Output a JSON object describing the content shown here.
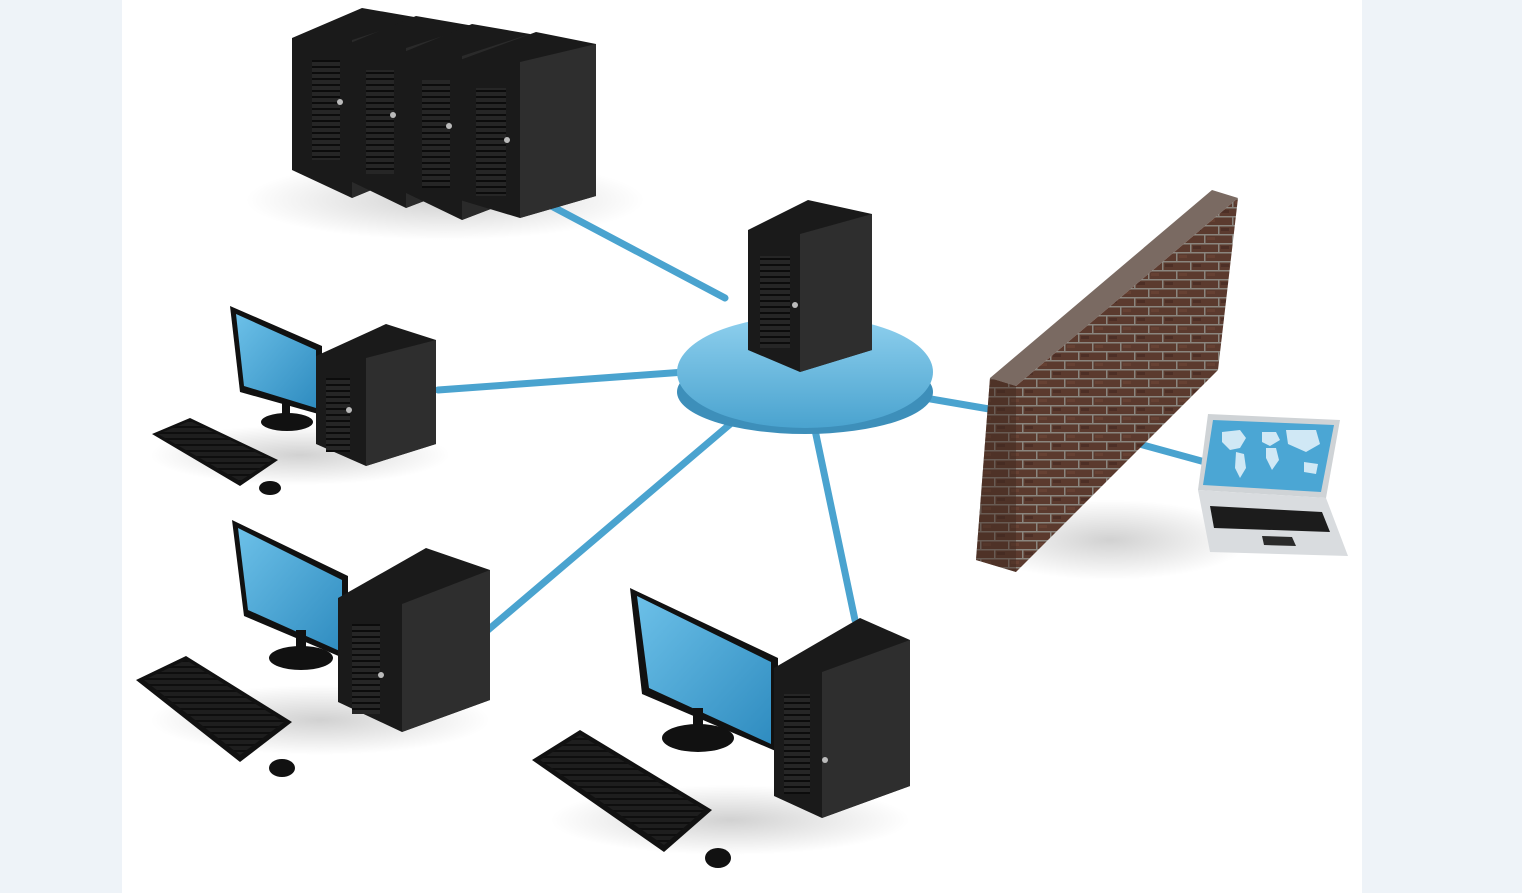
{
  "diagram": {
    "kind": "network-topology",
    "nodes": [
      {
        "id": "server-rack",
        "type": "server-rack",
        "units": 4
      },
      {
        "id": "hub",
        "type": "central-server-hub"
      },
      {
        "id": "workstation-1",
        "type": "desktop-workstation"
      },
      {
        "id": "workstation-2",
        "type": "desktop-workstation"
      },
      {
        "id": "workstation-3",
        "type": "desktop-workstation"
      },
      {
        "id": "firewall",
        "type": "brick-firewall"
      },
      {
        "id": "laptop",
        "type": "laptop"
      }
    ],
    "links": [
      {
        "from": "hub",
        "to": "server-rack"
      },
      {
        "from": "hub",
        "to": "workstation-1"
      },
      {
        "from": "hub",
        "to": "workstation-2"
      },
      {
        "from": "hub",
        "to": "workstation-3"
      },
      {
        "from": "hub",
        "to": "firewall"
      },
      {
        "from": "firewall",
        "to": "laptop"
      }
    ],
    "colors": {
      "cable": "#4aa3cf",
      "hub": "#5bb4dd",
      "screen": "#4ba6d4",
      "tower": "#1f1f1f",
      "brick": "#5a3a2e",
      "page_side": "#eef3f8",
      "canvas": "#ffffff"
    }
  }
}
